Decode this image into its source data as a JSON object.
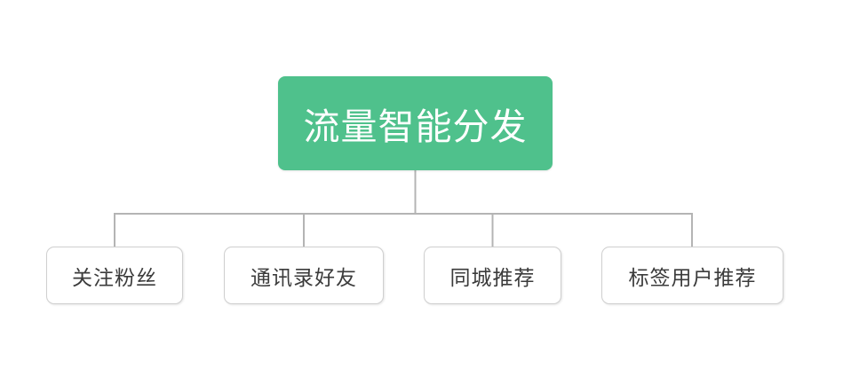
{
  "diagram": {
    "type": "org-tree",
    "background_color": "#ffffff",
    "connector_color": "#b4b4b4",
    "root": {
      "label": "流量智能分发",
      "fill_color": "#4fc18c",
      "text_color": "#ffffff"
    },
    "children": [
      {
        "label": "关注粉丝",
        "fill_color": "#ffffff",
        "border_color": "#cfcfcf",
        "text_color": "#3b3b3b"
      },
      {
        "label": "通讯录好友",
        "fill_color": "#ffffff",
        "border_color": "#cfcfcf",
        "text_color": "#3b3b3b"
      },
      {
        "label": "同城推荐",
        "fill_color": "#ffffff",
        "border_color": "#cfcfcf",
        "text_color": "#3b3b3b"
      },
      {
        "label": "标签用户推荐",
        "fill_color": "#ffffff",
        "border_color": "#cfcfcf",
        "text_color": "#3b3b3b"
      }
    ]
  }
}
